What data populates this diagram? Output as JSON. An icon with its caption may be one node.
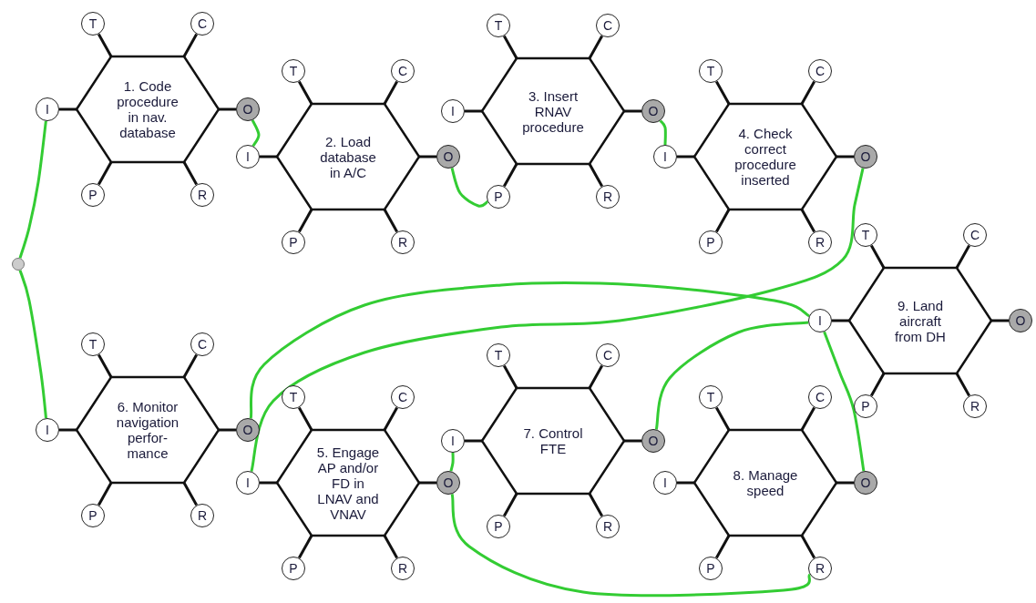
{
  "diagram": {
    "nodes": [
      {
        "text": [
          "1. Code procedure in nav. database"
        ]
      },
      {
        "text": [
          "T"
        ]
      },
      {
        "text": [
          "C"
        ]
      },
      {
        "text": [
          "I"
        ]
      },
      {
        "text": [
          "O"
        ]
      },
      {
        "text": [
          "P"
        ]
      },
      {
        "text": [
          "R"
        ]
      },
      {
        "text": [
          "2. Load database in A/C"
        ]
      },
      {
        "text": [
          "T"
        ]
      },
      {
        "text": [
          "C"
        ]
      },
      {
        "text": [
          "I"
        ]
      },
      {
        "text": [
          "O"
        ]
      },
      {
        "text": [
          "P"
        ]
      },
      {
        "text": [
          "R"
        ]
      },
      {
        "text": [
          "3. Insert RNAV procedure"
        ]
      },
      {
        "text": [
          "T"
        ]
      },
      {
        "text": [
          "C"
        ]
      },
      {
        "text": [
          "I"
        ]
      },
      {
        "text": [
          "O"
        ]
      },
      {
        "text": [
          "P"
        ]
      },
      {
        "text": [
          "R"
        ]
      },
      {
        "text": [
          "4. Check correct procedure inserted"
        ]
      },
      {
        "text": [
          "T"
        ]
      },
      {
        "text": [
          "C"
        ]
      },
      {
        "text": [
          "I"
        ]
      },
      {
        "text": [
          "O"
        ]
      },
      {
        "text": [
          "P"
        ]
      },
      {
        "text": [
          "R"
        ]
      },
      {
        "text": [
          "5. Engage AP and/or FD in LNAV and VNAV"
        ]
      },
      {
        "text": [
          "T"
        ]
      },
      {
        "text": [
          "C"
        ]
      },
      {
        "text": [
          "I"
        ]
      },
      {
        "text": [
          "O"
        ]
      },
      {
        "text": [
          "P"
        ]
      },
      {
        "text": [
          "R"
        ]
      },
      {
        "text": [
          "6. Monitor navigation perfor-mance"
        ]
      },
      {
        "text": [
          "T"
        ]
      },
      {
        "text": [
          "C"
        ]
      },
      {
        "text": [
          "I"
        ]
      },
      {
        "text": [
          "O"
        ]
      },
      {
        "text": [
          "P"
        ]
      },
      {
        "text": [
          "R"
        ]
      },
      {
        "text": [
          "7. Control FTE"
        ]
      },
      {
        "text": [
          "T"
        ]
      },
      {
        "text": [
          "C"
        ]
      },
      {
        "text": [
          "I"
        ]
      },
      {
        "text": [
          "O"
        ]
      },
      {
        "text": [
          "P"
        ]
      },
      {
        "text": [
          "R"
        ]
      },
      {
        "text": [
          "8. Manage speed"
        ]
      },
      {
        "text": [
          "T"
        ]
      },
      {
        "text": [
          "C"
        ]
      },
      {
        "text": [
          "I"
        ]
      },
      {
        "text": [
          "O"
        ]
      },
      {
        "text": [
          "P"
        ]
      },
      {
        "text": [
          "R"
        ]
      },
      {
        "text": [
          "9. Land aircraft from DH"
        ]
      },
      {
        "text": [
          "T"
        ]
      },
      {
        "text": [
          "C"
        ]
      },
      {
        "text": [
          "I"
        ]
      },
      {
        "text": [
          "O"
        ]
      },
      {
        "text": [
          "P"
        ]
      },
      {
        "text": [
          "R"
        ]
      },
      {
        "text": [],
        "shape": "circle"
      }
    ],
    "edges": [
      {
        "from": 1,
        "to": 0,
        "arrow": "none"
      },
      {
        "from": 2,
        "to": 0,
        "arrow": "none"
      },
      {
        "from": 3,
        "to": 0,
        "arrow": "none"
      },
      {
        "from": 4,
        "to": 0,
        "arrow": "none"
      },
      {
        "from": 5,
        "to": 0,
        "arrow": "none"
      },
      {
        "from": 6,
        "to": 0,
        "arrow": "none"
      },
      {
        "from": 8,
        "to": 7,
        "arrow": "none"
      },
      {
        "from": 9,
        "to": 7,
        "arrow": "none"
      },
      {
        "from": 10,
        "to": 7,
        "arrow": "none"
      },
      {
        "from": 11,
        "to": 7,
        "arrow": "none"
      },
      {
        "from": 12,
        "to": 7,
        "arrow": "none"
      },
      {
        "from": 13,
        "to": 7,
        "arrow": "none"
      },
      {
        "from": 15,
        "to": 14,
        "arrow": "none"
      },
      {
        "from": 16,
        "to": 14,
        "arrow": "none"
      },
      {
        "from": 17,
        "to": 14,
        "arrow": "none"
      },
      {
        "from": 18,
        "to": 14,
        "arrow": "none"
      },
      {
        "from": 19,
        "to": 14,
        "arrow": "none"
      },
      {
        "from": 20,
        "to": 14,
        "arrow": "none"
      },
      {
        "from": 22,
        "to": 21,
        "arrow": "none"
      },
      {
        "from": 23,
        "to": 21,
        "arrow": "none"
      },
      {
        "from": 24,
        "to": 21,
        "arrow": "none"
      },
      {
        "from": 25,
        "to": 21,
        "arrow": "none"
      },
      {
        "from": 26,
        "to": 21,
        "arrow": "none"
      },
      {
        "from": 27,
        "to": 21,
        "arrow": "none"
      },
      {
        "from": 29,
        "to": 28,
        "arrow": "none"
      },
      {
        "from": 30,
        "to": 28,
        "arrow": "none"
      },
      {
        "from": 31,
        "to": 28,
        "arrow": "none"
      },
      {
        "from": 32,
        "to": 28,
        "arrow": "none"
      },
      {
        "from": 33,
        "to": 28,
        "arrow": "none"
      },
      {
        "from": 34,
        "to": 28,
        "arrow": "none"
      },
      {
        "from": 36,
        "to": 35,
        "arrow": "none"
      },
      {
        "from": 37,
        "to": 35,
        "arrow": "none"
      },
      {
        "from": 38,
        "to": 35,
        "arrow": "none"
      },
      {
        "from": 39,
        "to": 35,
        "arrow": "none"
      },
      {
        "from": 40,
        "to": 35,
        "arrow": "none"
      },
      {
        "from": 41,
        "to": 35,
        "arrow": "none"
      },
      {
        "from": 43,
        "to": 42,
        "arrow": "none"
      },
      {
        "from": 44,
        "to": 42,
        "arrow": "none"
      },
      {
        "from": 45,
        "to": 42,
        "arrow": "none"
      },
      {
        "from": 46,
        "to": 42,
        "arrow": "none"
      },
      {
        "from": 47,
        "to": 42,
        "arrow": "none"
      },
      {
        "from": 48,
        "to": 42,
        "arrow": "none"
      },
      {
        "from": 50,
        "to": 49,
        "arrow": "none"
      },
      {
        "from": 51,
        "to": 49,
        "arrow": "none"
      },
      {
        "from": 52,
        "to": 49,
        "arrow": "none"
      },
      {
        "from": 53,
        "to": 49,
        "arrow": "none"
      },
      {
        "from": 54,
        "to": 49,
        "arrow": "none"
      },
      {
        "from": 55,
        "to": 49,
        "arrow": "none"
      },
      {
        "from": 57,
        "to": 56,
        "arrow": "none"
      },
      {
        "from": 58,
        "to": 56,
        "arrow": "none"
      },
      {
        "from": 59,
        "to": 56,
        "arrow": "none"
      },
      {
        "from": 60,
        "to": 56,
        "arrow": "none"
      },
      {
        "from": 61,
        "to": 56,
        "arrow": "none"
      },
      {
        "from": 62,
        "to": 56,
        "arrow": "none"
      },
      {
        "from": 4,
        "to": 10,
        "arrow": "none",
        "color": "#33cc33"
      },
      {
        "from": 11,
        "to": 19,
        "arrow": "none",
        "color": "#33cc33"
      },
      {
        "from": 18,
        "to": 24,
        "arrow": "none",
        "color": "#33cc33"
      },
      {
        "from": 25,
        "to": 31,
        "arrow": "none",
        "color": "#33cc33"
      },
      {
        "from": 39,
        "to": 59,
        "arrow": "none",
        "color": "#33cc33"
      },
      {
        "from": 32,
        "to": 45,
        "arrow": "none",
        "color": "#33cc33"
      },
      {
        "from": 32,
        "to": 55,
        "arrow": "none",
        "color": "#33cc33"
      },
      {
        "from": 46,
        "to": 59,
        "arrow": "none",
        "color": "#33cc33"
      },
      {
        "from": 53,
        "to": 59,
        "arrow": "none",
        "color": "#33cc33"
      },
      {
        "from": 3,
        "to": 63,
        "arrow": "none",
        "color": "#33cc33"
      },
      {
        "from": 63,
        "to": 38,
        "arrow": "none",
        "color": "#33cc33"
      }
    ]
  }
}
